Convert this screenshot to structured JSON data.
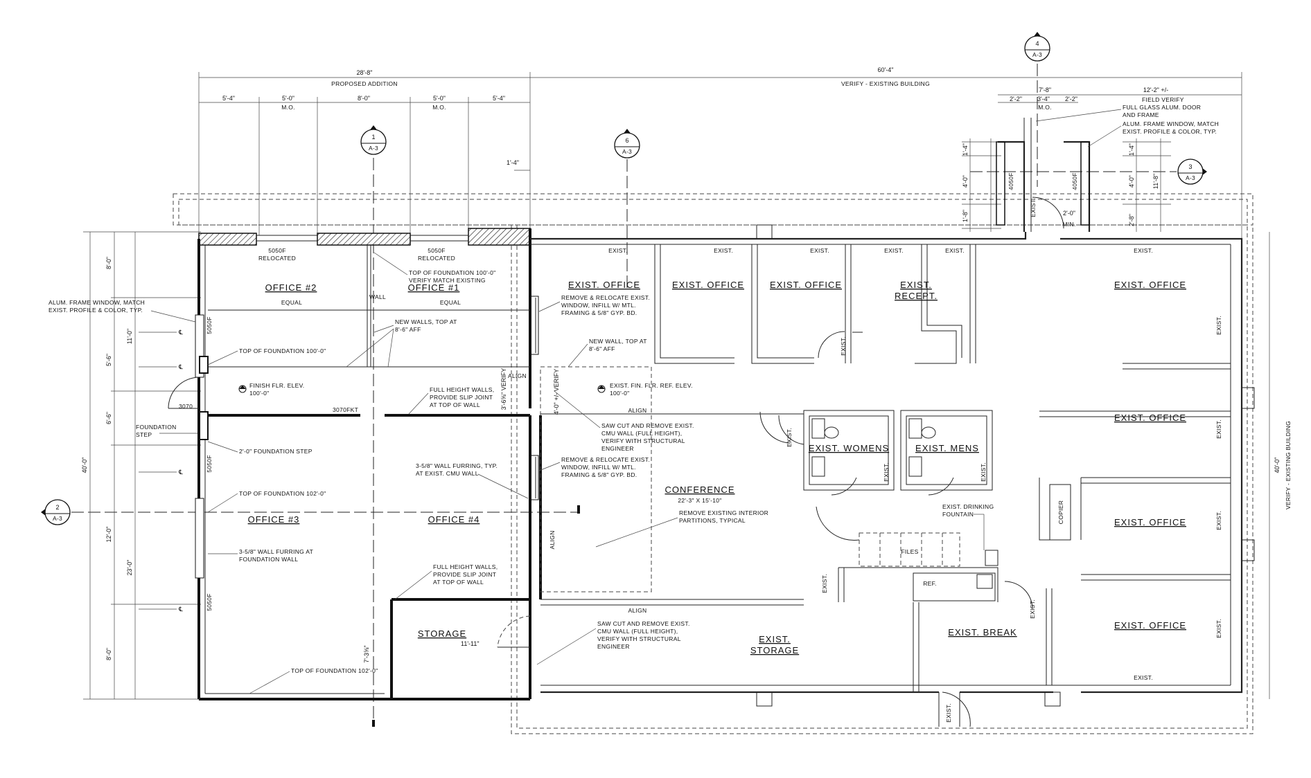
{
  "dimensions": {
    "addition_total": "28'-8\"",
    "addition_label": "PROPOSED ADDITION",
    "existing_total": "60'-4\"",
    "existing_label": "VERIFY - EXISTING BUILDING",
    "top_segments": [
      "5'-4\"",
      "5'-0\"",
      "8'-0\"",
      "5'-0\"",
      "5'-4\""
    ],
    "mo": "M.O.",
    "right_top_1": "7'-8\"",
    "right_top_2": "12'-2\" +/-",
    "right_sub": [
      "2'-2\"",
      "3'-4\"",
      "2'-2\""
    ],
    "min_2": "2'-0\"",
    "min": "MIN.",
    "small_14": "1'-4\"",
    "left_overall": "40'-0\"",
    "left_segs": [
      "8'-0\"",
      "5'-6\"",
      "6'-6\"",
      "12'-0\""
    ],
    "left_11": "11'-0\"",
    "left_23": "23'-0\"",
    "left_8b": "8'-0\"",
    "right_overall": "40'-0\"",
    "right_label": "VERIFY - EXISTING BUILDING",
    "storage_w": "11'-11\"",
    "storage_h": "7'-3⅝\"",
    "verify_3": "3'-6⅝\" VERIFY",
    "verify_4": "4'-0\" +/- VERIFY",
    "r_dims": [
      "1'-4\"",
      "4'-0\"",
      "1'-8\"",
      "1'-4\"",
      "4'-0\"",
      "2'-8\"",
      "11'-8\""
    ]
  },
  "sections": [
    {
      "num": "1",
      "sheet": "A-3"
    },
    {
      "num": "6",
      "sheet": "A-3"
    },
    {
      "num": "4",
      "sheet": "A-3"
    },
    {
      "num": "3",
      "sheet": "A-3"
    },
    {
      "num": "2",
      "sheet": "A-3"
    }
  ],
  "rooms": {
    "office2": "OFFICE #2",
    "office1": "OFFICE #1",
    "office3": "OFFICE #3",
    "office4": "OFFICE #4",
    "storage": "STORAGE",
    "conference": "CONFERENCE",
    "conference_dim": "22'-3\" X 15'-10\"",
    "exist_office": "EXIST. OFFICE",
    "exist_recept_1": "EXIST.",
    "exist_recept_2": "RECEPT.",
    "exist_womens": "EXIST. WOMENS",
    "exist_mens": "EXIST. MENS",
    "exist_storage_1": "EXIST.",
    "exist_storage_2": "STORAGE",
    "exist_break": "EXIST. BREAK",
    "copier": "COPIER",
    "files": "FILES",
    "ref": "REF."
  },
  "labels": {
    "exist": "EXIST.",
    "equal": "EQUAL",
    "align": "ALIGN",
    "cl": "℄",
    "wall": "WALL",
    "door_3070": "3070",
    "door_3070fkt": "3070FKT",
    "win_5050": "5050F",
    "relocated": "RELOCATED",
    "win_4050": "4050F"
  },
  "notes": {
    "alum_window_left_1": "ALUM. FRAME WINDOW, MATCH",
    "alum_window_left_2": "EXIST. PROFILE & COLOR, TYP.",
    "alum_window_right_1": "ALUM. FRAME WINDOW, MATCH",
    "alum_window_right_2": "EXIST. PROFILE & COLOR, TYP.",
    "field_verify_1": "FIELD VERIFY",
    "field_verify_2": "FULL GLASS ALUM. DOOR",
    "field_verify_3": "AND FRAME",
    "top_foundation_match_1": "TOP OF FOUNDATION 100'-0\"",
    "top_foundation_match_2": "VERIFY MATCH EXISTING",
    "remove_relocate_1": "REMOVE & RELOCATE EXIST.",
    "remove_relocate_2": "WINDOW, INFILL W/ MTL.",
    "remove_relocate_3": "FRAMING & 5/8\" GYP. BD.",
    "new_walls_1": "NEW WALLS, TOP AT",
    "new_walls_2": "8'-6\" AFF",
    "new_wall_1": "NEW WALL, TOP AT",
    "new_wall_2": "8'-6\" AFF",
    "top_foundation_100": "TOP OF FOUNDATION 100'-0\"",
    "finish_flr_1": "FINISH FLR. ELEV.",
    "finish_flr_2": "100'-0\"",
    "exist_fin_1": "EXIST. FIN. FLR. REF. ELEV.",
    "exist_fin_2": "100'-0\"",
    "full_height_1": "FULL HEIGHT WALLS,",
    "full_height_2": "PROVIDE SLIP JOINT",
    "full_height_3": "AT TOP OF WALL",
    "foundation_step_1": "FOUNDATION",
    "foundation_step_2": "STEP",
    "foundation_step_note": "2'-0\" FOUNDATION STEP",
    "saw_cut_1": "SAW CUT AND REMOVE EXIST.",
    "saw_cut_2": "CMU WALL (FULL HEIGHT),",
    "saw_cut_3": "VERIFY WITH STRUCTURAL",
    "saw_cut_4": "ENGINEER",
    "furring_typ_1": "3-5/8\" WALL FURRING, TYP.",
    "furring_typ_2": "AT EXIST. CMU WALL",
    "top_foundation_102": "TOP OF FOUNDATION 102'-0\"",
    "remove_partitions_1": "REMOVE EXISTING INTERIOR",
    "remove_partitions_2": "PARTITIONS, TYPICAL",
    "furring_found_1": "3-5/8\" WALL FURRING AT",
    "furring_found_2": "FOUNDATION WALL",
    "drinking_1": "EXIST. DRINKING",
    "drinking_2": "FOUNTAIN",
    "top_foundation_102b": "TOP OF FOUNDATION 102'-0\""
  }
}
